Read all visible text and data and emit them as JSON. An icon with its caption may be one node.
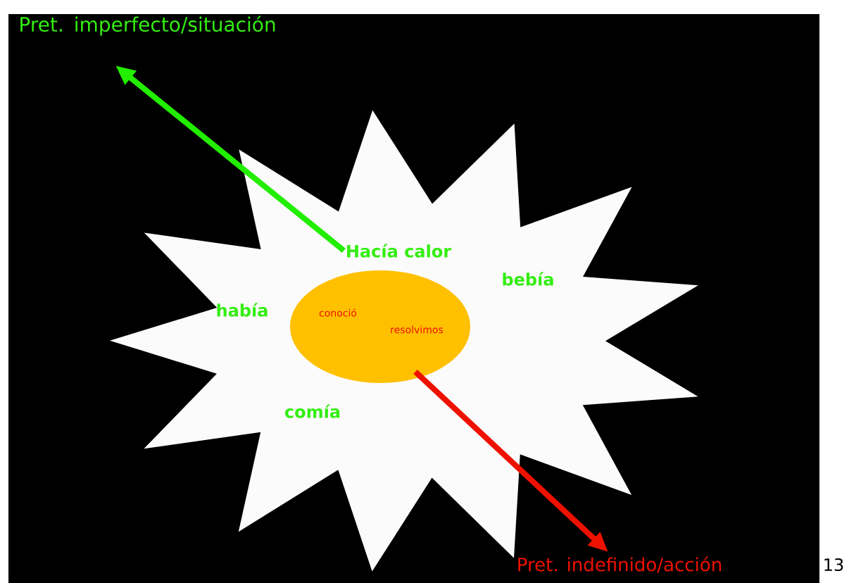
{
  "diagram": {
    "nodes": [
      {
        "text": [
          "Pret. imperfecto/situación"
        ]
      },
      {
        "text": [
          "había",
          "bebía",
          "comía"
        ]
      },
      {
        "text": [
          "Hacía calor"
        ],
        "in": 1
      },
      {
        "text": [
          "conoció",
          "resolvimos"
        ],
        "in": 1
      },
      {
        "text": [
          "Pret. indefinido/acción"
        ]
      }
    ],
    "edges": [
      {
        "from": 2,
        "to": 0,
        "arrow": "to",
        "color": "#22ee00"
      },
      {
        "from": 3,
        "to": 4,
        "arrow": "to",
        "color": "#ee1100"
      }
    ],
    "labels": [
      "13"
    ]
  }
}
